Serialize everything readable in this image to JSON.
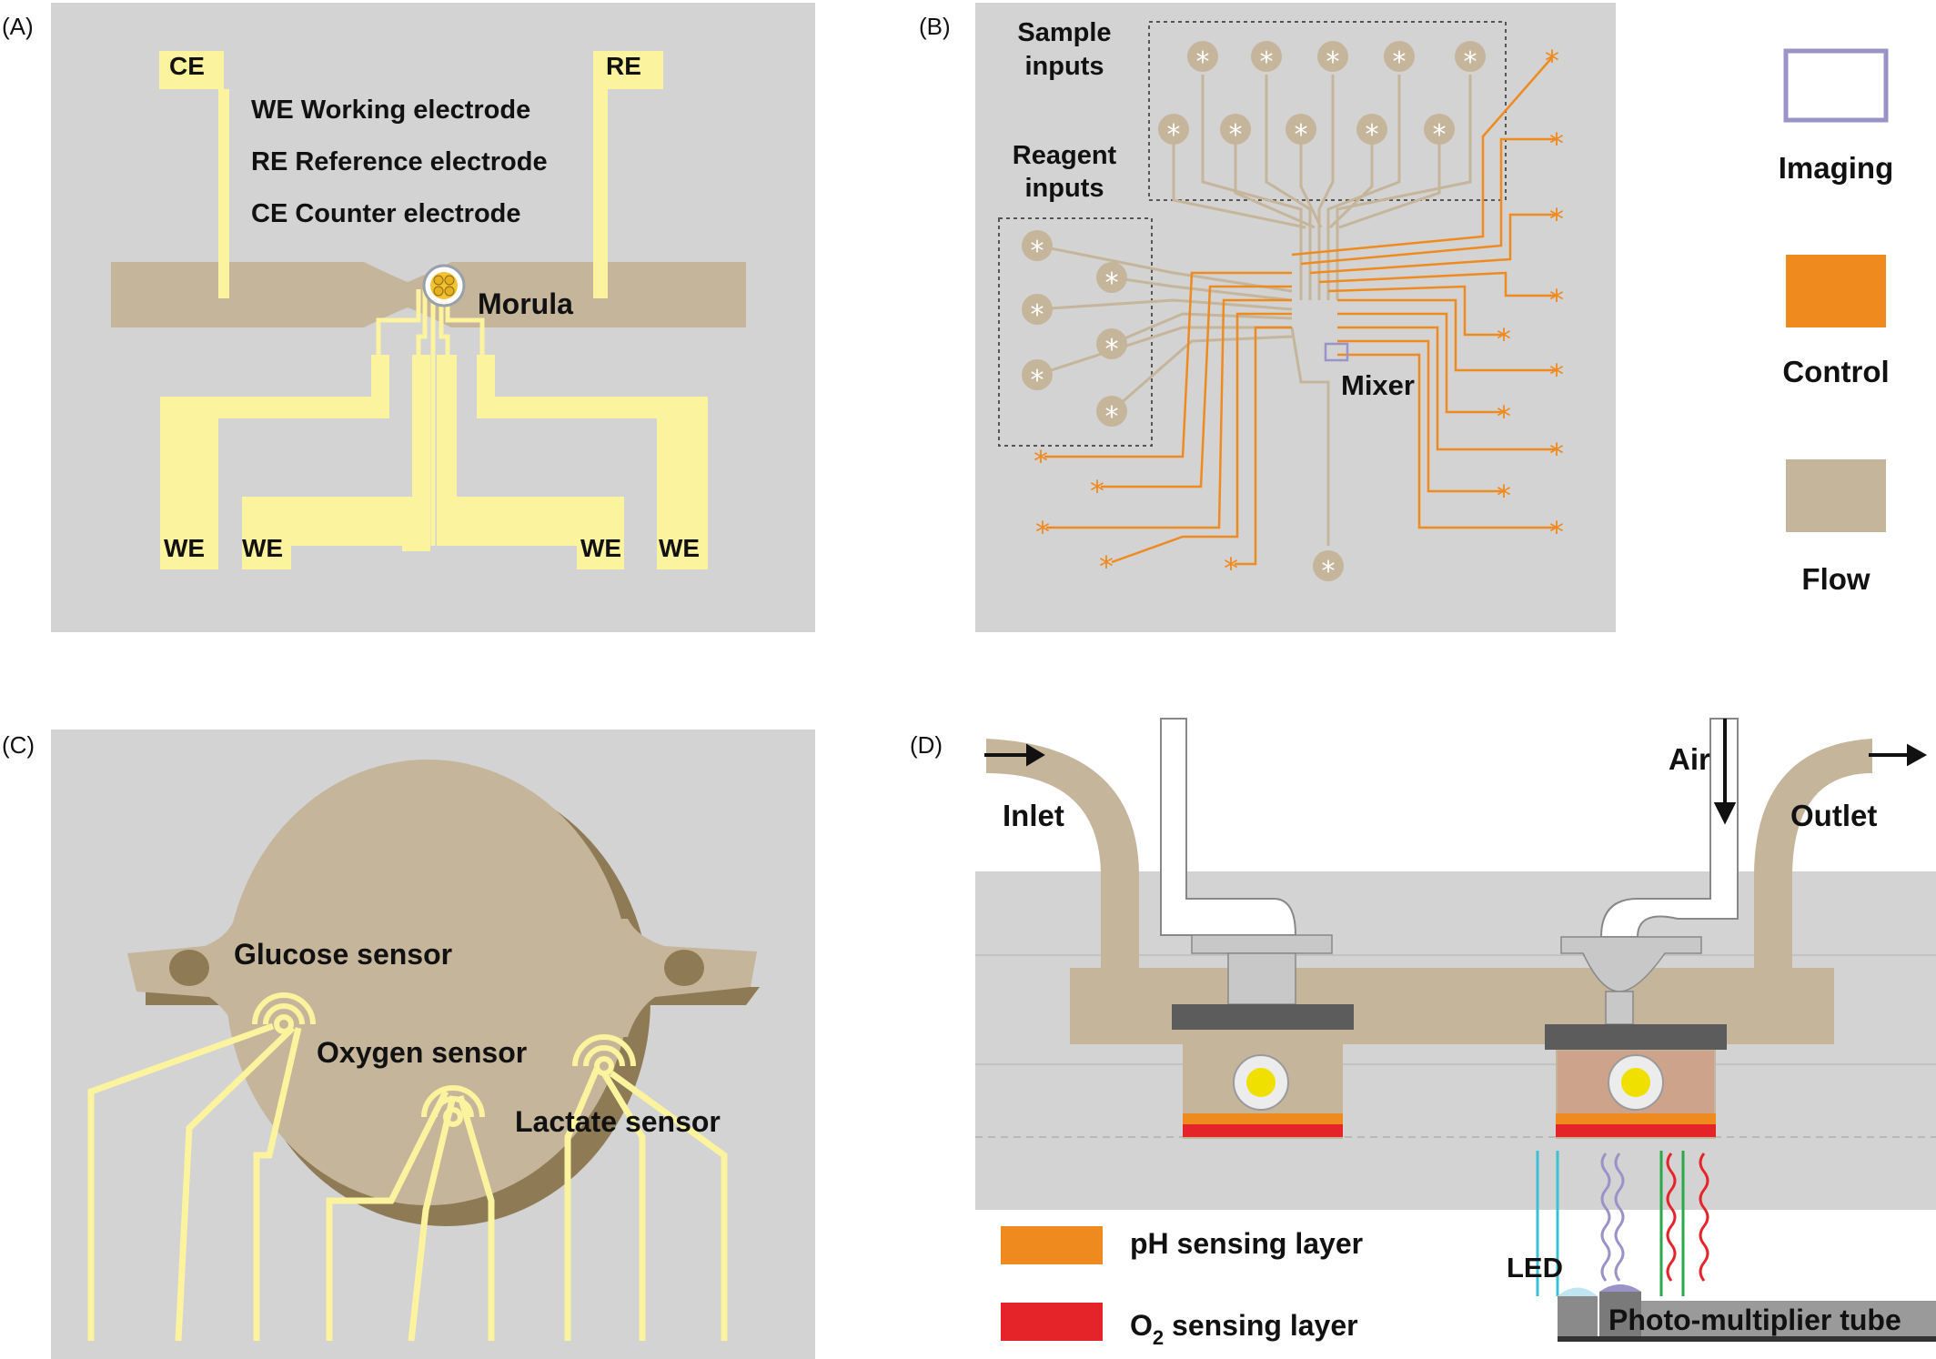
{
  "panelA": {
    "tag": "(A)",
    "ce": "CE",
    "re": "RE",
    "legend_we": "WE Working electrode",
    "legend_re": "RE Reference electrode",
    "legend_ce": "CE Counter electrode",
    "morula": "Morula",
    "we_labels": [
      "WE",
      "WE",
      "WE",
      "WE"
    ],
    "colors": {
      "background": "#d3d3d3",
      "flow": "#c5b59a",
      "electrode": "#fbf39d"
    }
  },
  "panelB": {
    "tag": "(B)",
    "sample_line1": "Sample",
    "sample_line2": "inputs",
    "reagent_line1": "Reagent",
    "reagent_line2": "inputs",
    "mixer": "Mixer",
    "legend": [
      {
        "label": "Imaging",
        "color": "#9a93c8"
      },
      {
        "label": "Control",
        "color": "#ef8a1f"
      },
      {
        "label": "Flow",
        "color": "#c5b59a"
      }
    ]
  },
  "panelC": {
    "tag": "(C)",
    "glucose": "Glucose sensor",
    "oxygen": "Oxygen sensor",
    "lactate": "Lactate sensor"
  },
  "panelD": {
    "tag": "(D)",
    "inlet": "Inlet",
    "outlet": "Outlet",
    "air": "Air",
    "led": "LED",
    "pmt": "Photo-multiplier tube",
    "ph_layer": "pH sensing layer",
    "o2_prefix": "O",
    "o2_sub": "2",
    "o2_suffix": " sensing layer",
    "colors": {
      "ph": "#ef8a1f",
      "o2": "#e5242a"
    }
  }
}
